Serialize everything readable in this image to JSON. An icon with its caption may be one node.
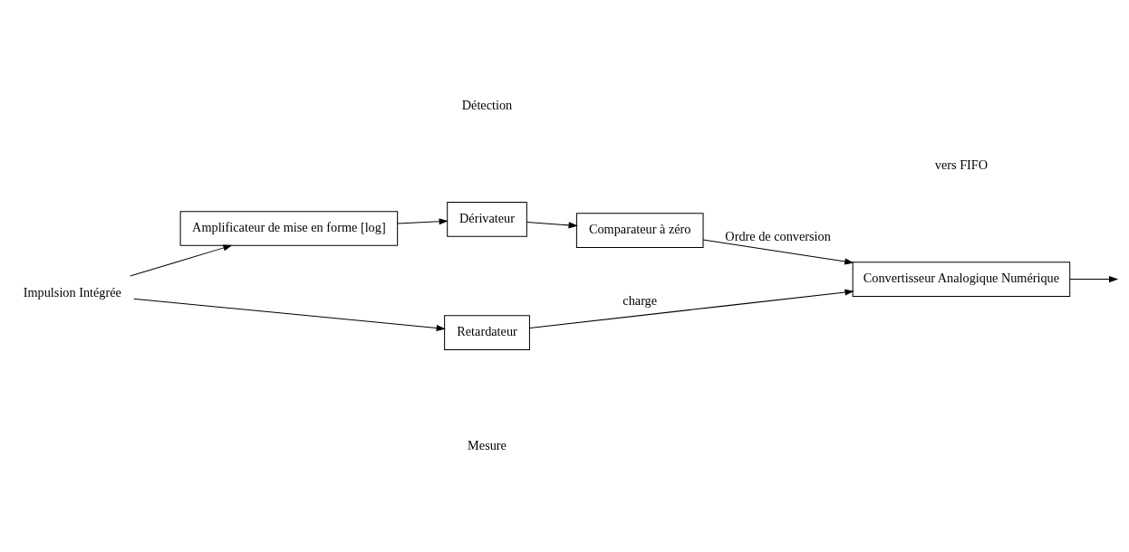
{
  "diagram": {
    "nodes": [
      {
        "text": [
          "Impulsion Intégrée"
        ]
      },
      {
        "text": [
          "Amplificateur de mise en forme [log]"
        ]
      },
      {
        "text": [
          "Dérivateur"
        ]
      },
      {
        "text": [
          "Comparateur à zéro"
        ]
      },
      {
        "text": [
          "Retardateur"
        ]
      },
      {
        "text": [
          "Convertisseur Analogique Numérique"
        ]
      }
    ],
    "edges": [
      {
        "from": 0,
        "to": 1,
        "arrow": "to"
      },
      {
        "from": 0,
        "to": 4,
        "arrow": "to"
      },
      {
        "from": 1,
        "to": 2,
        "arrow": "to"
      },
      {
        "from": 2,
        "to": 3,
        "arrow": "to"
      },
      {
        "from": 3,
        "to": 5,
        "arrow": "to",
        "label": "Ordre de conversion"
      },
      {
        "from": 4,
        "to": 5,
        "arrow": "to",
        "label": "charge"
      },
      {
        "from": 5,
        "to": null,
        "arrow": "to"
      }
    ],
    "labels": [
      "Détection",
      "vers FIFO",
      "Mesure"
    ]
  }
}
